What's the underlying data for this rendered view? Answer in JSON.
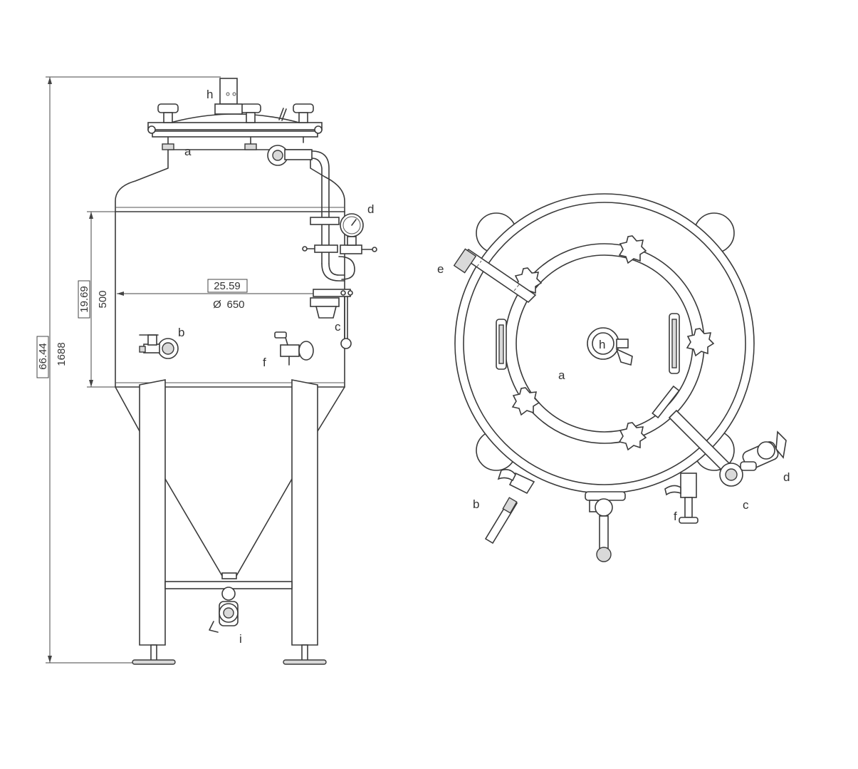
{
  "side_view": {
    "dimensions": {
      "overall_height_in": "66.44",
      "overall_height_mm": "1688",
      "shell_height_in": "19.69",
      "shell_height_mm": "500",
      "diameter_in": "25.59",
      "diameter_mm": "650",
      "diameter_symbol": "Ø"
    },
    "labels": {
      "a": "a",
      "b": "b",
      "c": "c",
      "d": "d",
      "f": "f",
      "h": "h",
      "i": "i"
    }
  },
  "top_view": {
    "labels": {
      "a": "a",
      "b": "b",
      "c": "c",
      "d": "d",
      "e": "e",
      "f": "f",
      "h": "h"
    }
  }
}
